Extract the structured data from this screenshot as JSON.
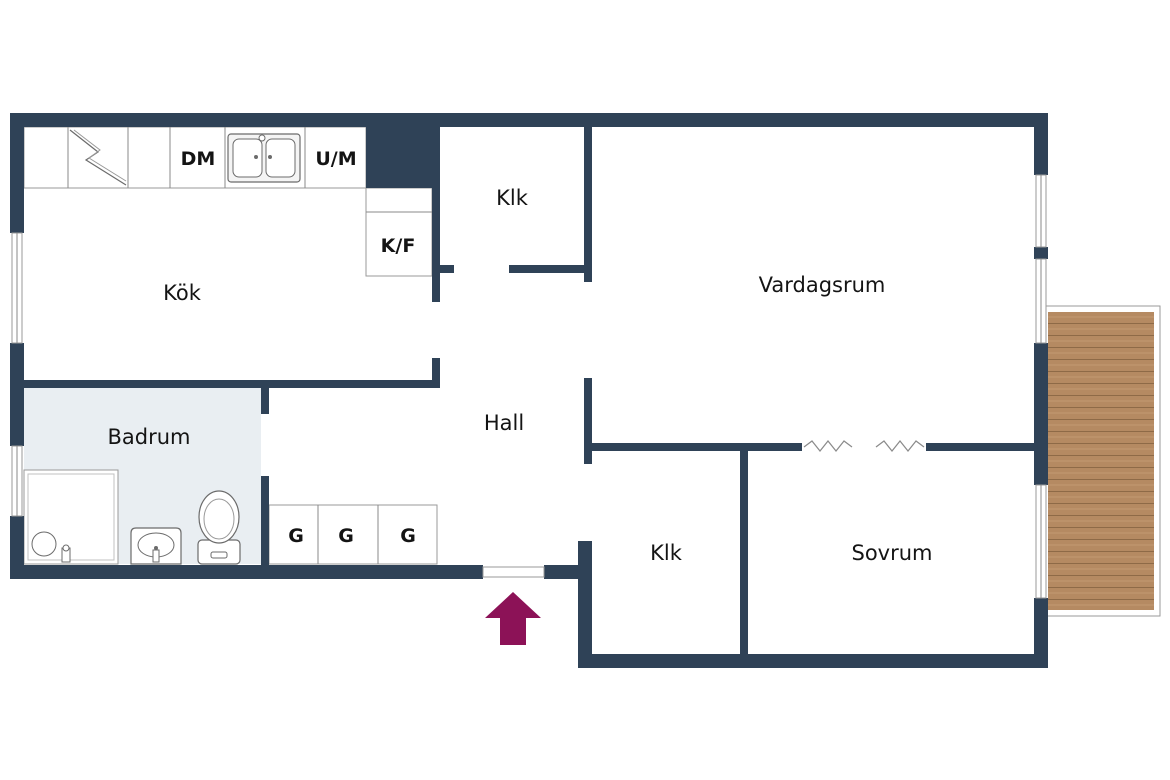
{
  "rooms": {
    "kitchen": "Kök",
    "closet_top": "Klk",
    "living": "Vardagsrum",
    "bathroom": "Badrum",
    "hall": "Hall",
    "closet_bottom": "Klk",
    "bedroom": "Sovrum"
  },
  "fixtures": {
    "dishwasher": "DM",
    "oven": "U/M",
    "fridge": "K/F",
    "wardrobe_1": "G",
    "wardrobe_2": "G",
    "wardrobe_3": "G"
  },
  "icons": {
    "entrance": "entrance-arrow-icon"
  },
  "colors": {
    "wall": "#2f4257",
    "bathroom_floor": "#e9eef2",
    "balcony_wood": "#b58a62",
    "entrance_arrow": "#8c1257"
  }
}
